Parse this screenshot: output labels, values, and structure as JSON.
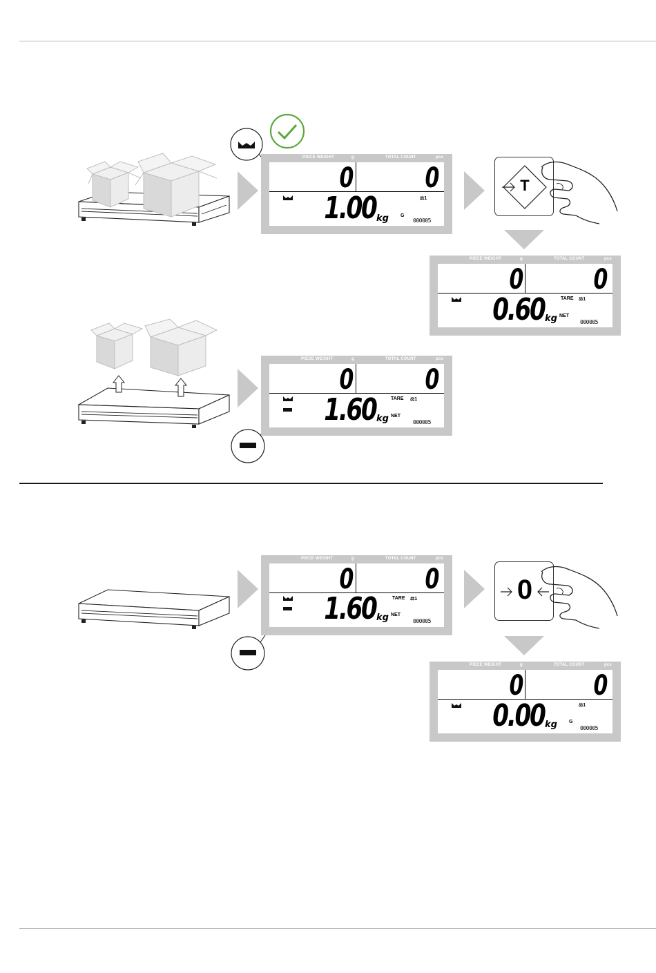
{
  "header_labels": {
    "piece_weight": "PIECE WEIGHT",
    "piece_weight_unit": "g",
    "total_count": "TOTAL COUNT",
    "total_count_unit": "pcs"
  },
  "displays": [
    {
      "id": "d1",
      "piece_weight": "0",
      "total_count": "0",
      "weight": "1.00",
      "unit": "kg",
      "mode": "G",
      "tare": "",
      "scale_icon": "⚖1",
      "counter": "000005"
    },
    {
      "id": "d2",
      "piece_weight": "0",
      "total_count": "0",
      "weight": "0.60",
      "unit": "kg",
      "mode": "NET",
      "tare": "TARE",
      "scale_icon": "⚖1",
      "counter": "000005"
    },
    {
      "id": "d3",
      "piece_weight": "0",
      "total_count": "0",
      "weight": "1.60",
      "unit": "kg",
      "mode": "NET",
      "tare": "TARE",
      "scale_icon": "⚖1",
      "counter": "000005"
    },
    {
      "id": "d4",
      "piece_weight": "0",
      "total_count": "0",
      "weight": "1.60",
      "unit": "kg",
      "mode": "NET",
      "tare": "TARE",
      "scale_icon": "⚖1",
      "counter": "000005"
    },
    {
      "id": "d5",
      "piece_weight": "0",
      "total_count": "0",
      "weight": "0.00",
      "unit": "kg",
      "mode": "G",
      "tare": "",
      "scale_icon": "⚖1",
      "counter": "000005"
    }
  ],
  "buttons": {
    "tare": "T",
    "zero": "0"
  },
  "icons": {
    "stable": "stability-indicator-icon",
    "negative": "negative-sign-icon",
    "check": "check-mark-icon",
    "hand": "hand-press-icon",
    "box": "cardboard-box-icon",
    "platform": "scale-platform-icon",
    "next": "step-arrow-icon",
    "lift": "lift-arrow-icon"
  },
  "colors": {
    "display_frame": "#c8c8c8",
    "arrow": "#c8c8c8",
    "check": "#5aa83c",
    "rule": "#1a1a1a"
  }
}
